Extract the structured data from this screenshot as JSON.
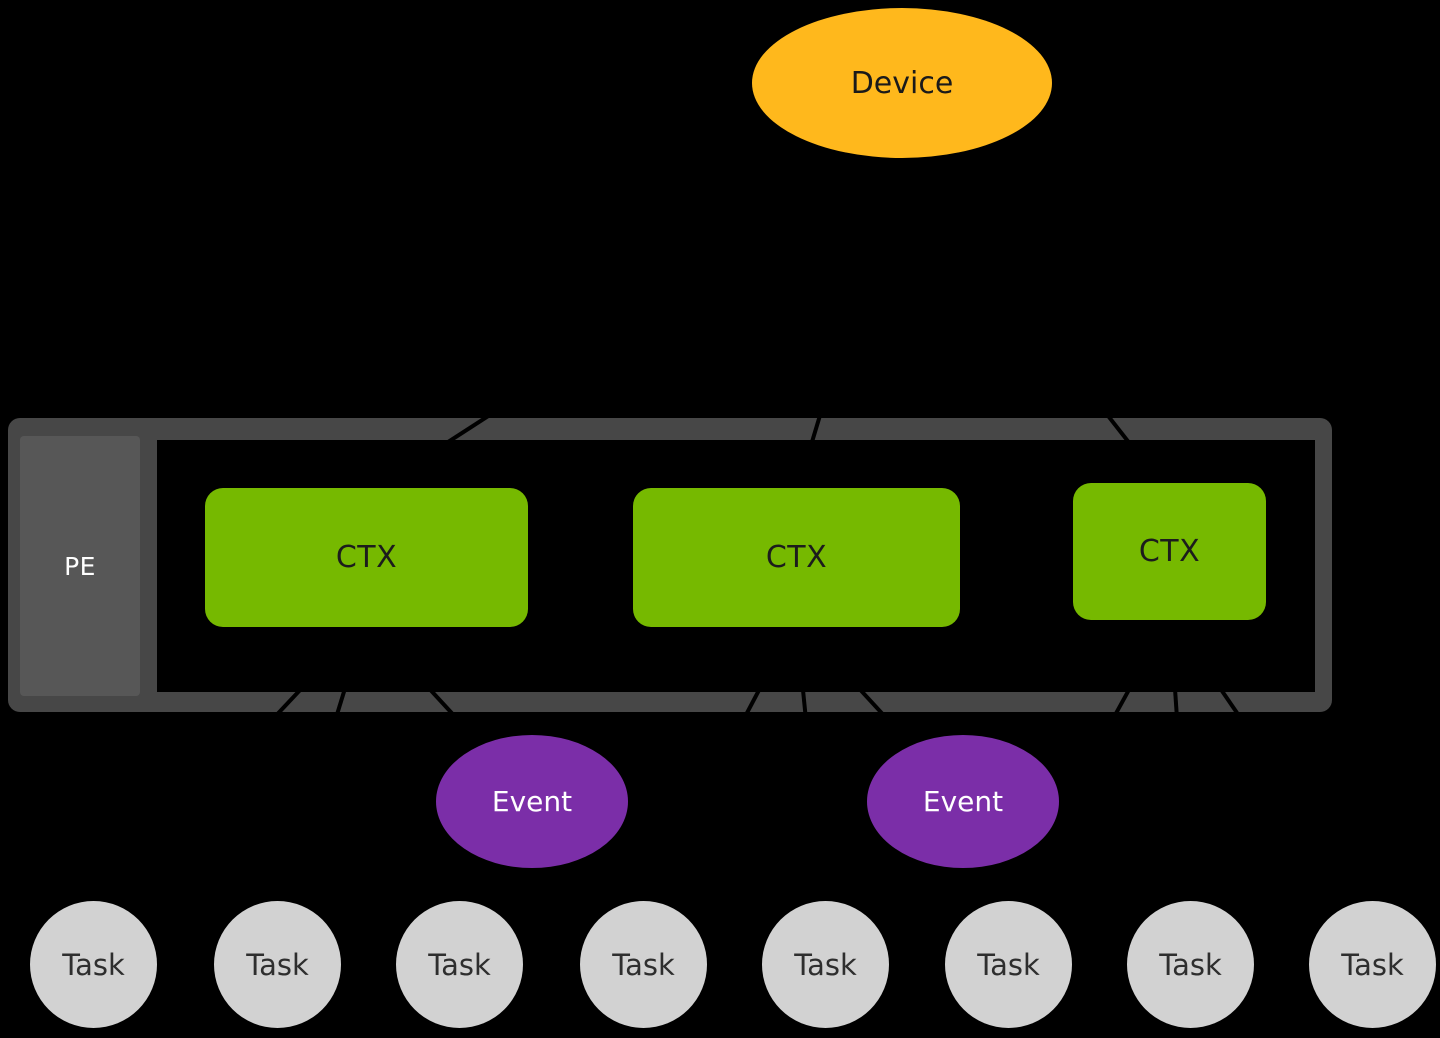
{
  "diagram": {
    "device": {
      "label": "Device"
    },
    "processing_element": {
      "label": "PE"
    },
    "ctx_nodes": [
      {
        "label": "CTX"
      },
      {
        "label": "CTX"
      },
      {
        "label": "CTX"
      }
    ],
    "events": [
      {
        "label": "Event"
      },
      {
        "label": "Event"
      }
    ],
    "tasks": [
      {
        "label": "Task"
      },
      {
        "label": "Task"
      },
      {
        "label": "Task"
      },
      {
        "label": "Task"
      },
      {
        "label": "Task"
      },
      {
        "label": "Task"
      },
      {
        "label": "Task"
      },
      {
        "label": "Task"
      }
    ],
    "colors": {
      "background": "#000000",
      "device_fill": "#FFB81C",
      "ctx_fill": "#76B900",
      "event_fill": "#7B2EA8",
      "task_fill": "#D2D2D2",
      "container_fill": "#474747",
      "pe_fill": "#575757",
      "connector": "#000000"
    }
  }
}
